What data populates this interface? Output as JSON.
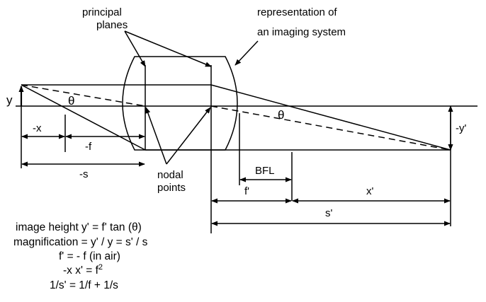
{
  "labels": {
    "principal_planes_1": "principal",
    "principal_planes_2": "planes",
    "representation_1": "representation of",
    "representation_2": "an imaging system",
    "y": "y",
    "theta_left": "θ",
    "theta_right": "θ",
    "neg_y_prime": "-y'",
    "neg_x": "-x",
    "neg_f": "-f",
    "neg_s": "-s",
    "nodal_1": "nodal",
    "nodal_2": "points",
    "bfl": "BFL",
    "f_prime": "f'",
    "x_prime": "x'",
    "s_prime": "s'"
  },
  "equations": [
    "image height y' =  f' tan (θ)",
    "magnification = y' / y = s' / s",
    "f' = - f (in air)",
    "-x x' = f",
    "1/s' = 1/f + 1/s"
  ],
  "equation_superscript": "2"
}
